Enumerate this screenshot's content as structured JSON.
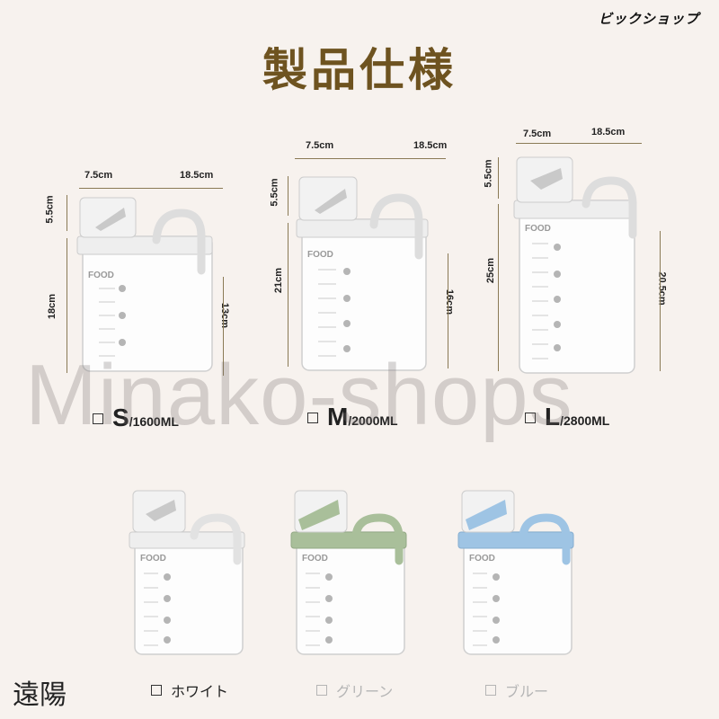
{
  "shop_name": "ビックショップ",
  "title": "製品仕様",
  "watermark": "Minako-shops",
  "bottom_text": "遠陽",
  "product_text": "FOOD",
  "sizes": [
    {
      "letter": "S",
      "capacity": "/1600ML",
      "top_left": "7.5cm",
      "top_right": "18.5cm",
      "lid_h": "5.5cm",
      "body_h": "18cm",
      "right_h": "13cm"
    },
    {
      "letter": "M",
      "capacity": "/2000ML",
      "top_left": "7.5cm",
      "top_right": "18.5cm",
      "lid_h": "5.5cm",
      "body_h": "21cm",
      "right_h": "16cm"
    },
    {
      "letter": "L",
      "capacity": "/2800ML",
      "top_left": "7.5cm",
      "top_right": "18.5cm",
      "lid_h": "5.5cm",
      "body_h": "25cm",
      "right_h": "20.5cm"
    }
  ],
  "colors": [
    {
      "label": "ホワイト",
      "text_color": "#222222",
      "accent": "#ffffff"
    },
    {
      "label": "グリーン",
      "text_color": "#b5b5b5",
      "accent": "#a9bf9a"
    },
    {
      "label": "ブルー",
      "text_color": "#b5b5b5",
      "accent": "#9ec4e4"
    }
  ]
}
